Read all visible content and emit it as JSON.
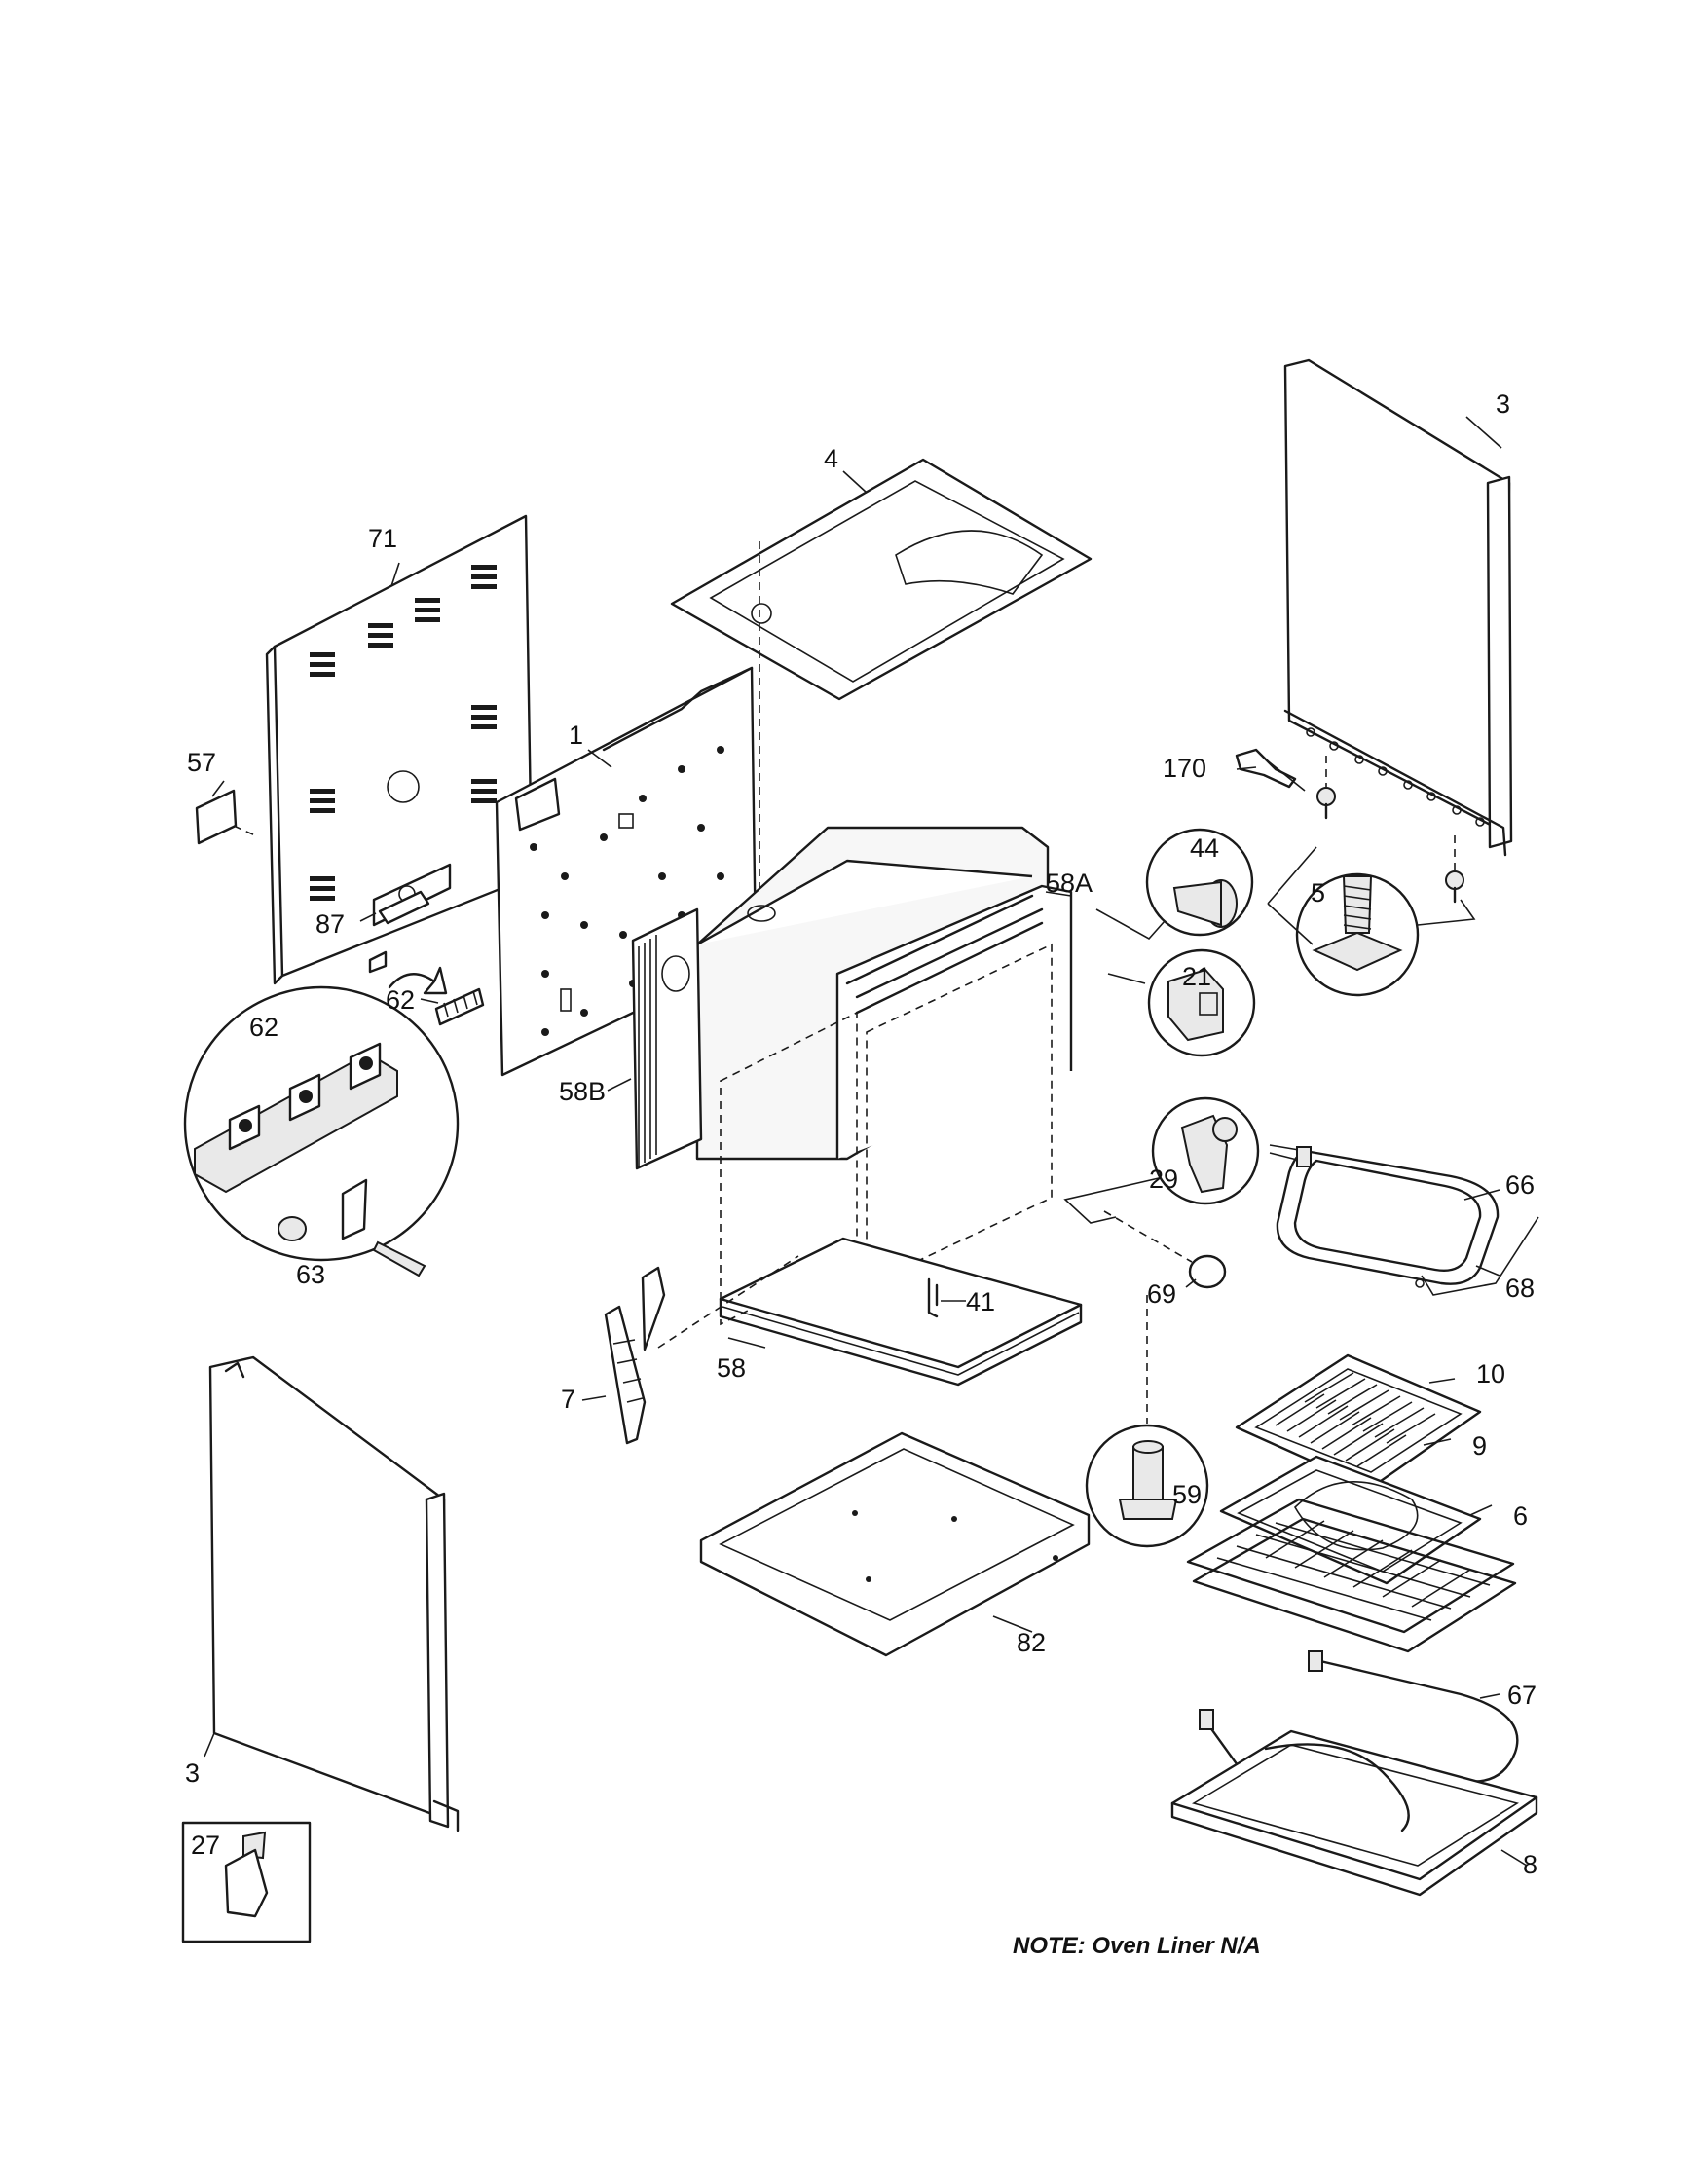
{
  "labels": {
    "p71": "71",
    "p57": "57",
    "p87": "87",
    "p62a": "62",
    "p62b": "62",
    "p63": "63",
    "p1": "1",
    "p4": "4",
    "p3a": "3",
    "p3b": "3",
    "p170": "170",
    "p44": "44",
    "p5": "5",
    "p58A": "58A",
    "p21": "21",
    "p58B": "58B",
    "p29": "29",
    "p66": "66",
    "p68": "68",
    "p69": "69",
    "p41": "41",
    "p58": "58",
    "p7": "7",
    "p10": "10",
    "p9": "9",
    "p6": "6",
    "p59": "59",
    "p82": "82",
    "p67": "67",
    "p8": "8",
    "p27": "27"
  },
  "note": "NOTE:  Oven Liner N/A"
}
